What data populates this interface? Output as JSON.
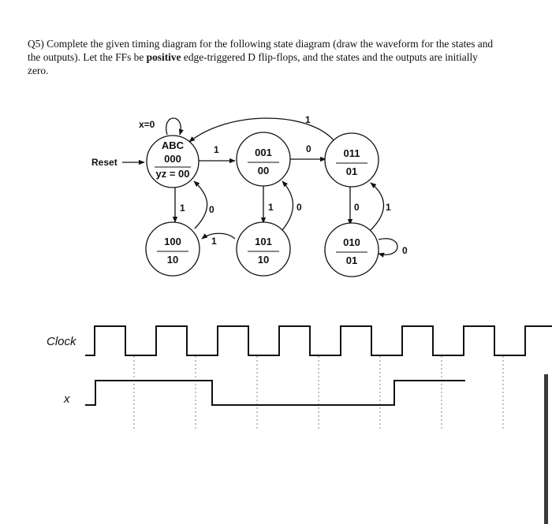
{
  "question": {
    "prefix": "Q5) Complete the given timing diagram for the following state diagram (draw the waveform for the states and the outputs). Let the FFs be ",
    "bold": "positive",
    "suffix": " edge-triggered D flip-flops, and the states and the outputs are initially zero."
  },
  "diagram": {
    "header_state": "ABC",
    "header_output": "yz = 00",
    "reset_label": "Reset",
    "self_loop_initial": "x=0",
    "self_loop_010": "0",
    "states": {
      "s000": {
        "state": "000",
        "output": "00"
      },
      "s001": {
        "state": "001",
        "output": "00"
      },
      "s011": {
        "state": "011",
        "output": "01"
      },
      "s100": {
        "state": "100",
        "output": "10"
      },
      "s101": {
        "state": "101",
        "output": "10"
      },
      "s010": {
        "state": "010",
        "output": "01"
      }
    },
    "transitions": {
      "t000_001": "1",
      "t001_011": "0",
      "t011_000": "1",
      "t000_100": "1",
      "t100_000": "0",
      "t001_101": "1",
      "t101_001": "0",
      "t011_010": "0",
      "t010_011": "1",
      "t101_100": "1"
    }
  },
  "timing": {
    "clock_label": "Clock",
    "x_label": "x",
    "clock_edges": 8,
    "x_levels": [
      0,
      1,
      1,
      1,
      0,
      0,
      0,
      0,
      1,
      1
    ]
  }
}
